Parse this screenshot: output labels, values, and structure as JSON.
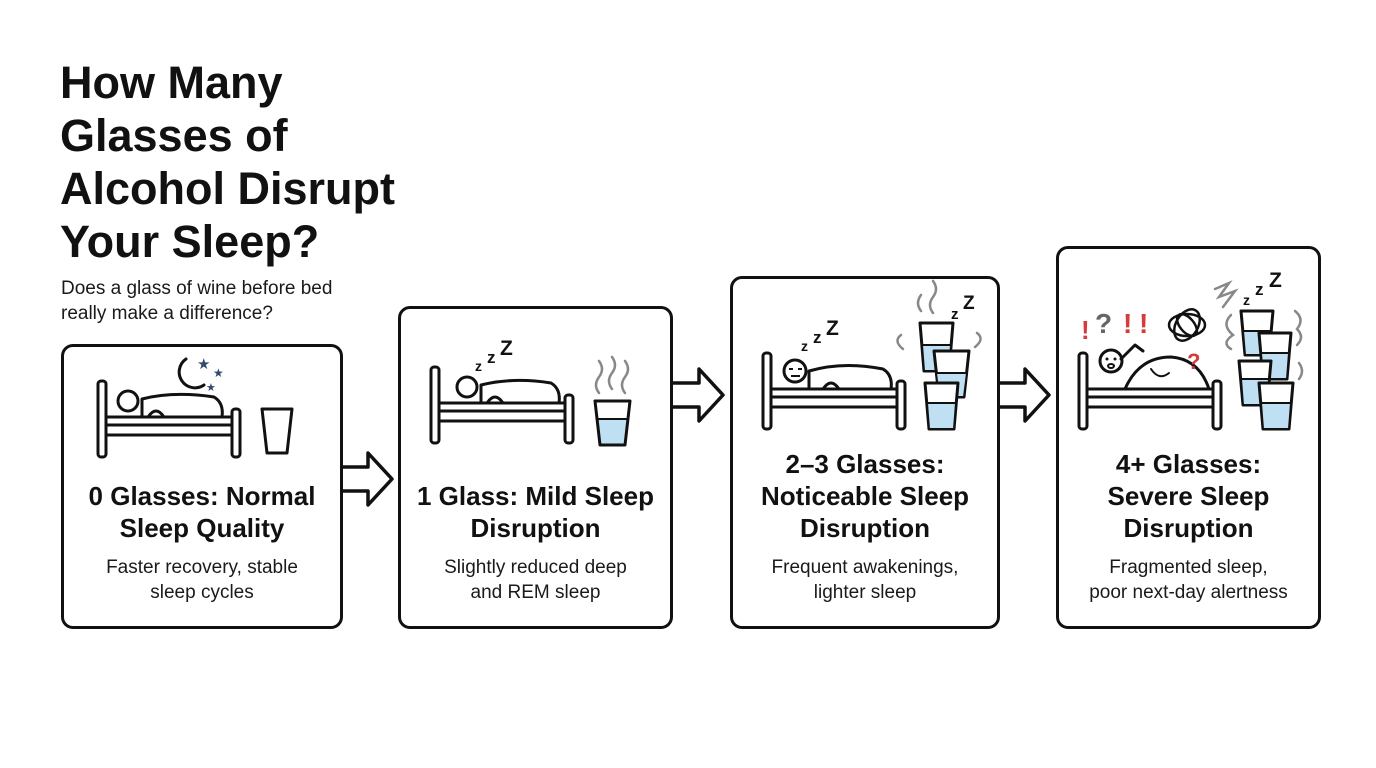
{
  "title_lines": [
    "How Many",
    "Glasses of",
    "Alcohol Disrupt",
    "Your Sleep?"
  ],
  "subtitle_lines": [
    "Does a glass of wine before bed",
    "really make a difference?"
  ],
  "colors": {
    "outline": "#111111",
    "water": "#bfe0f2",
    "accent_blue": "#2f4a6b",
    "alarm_red": "#d63a3a",
    "smoke": "#888888"
  },
  "stages": [
    {
      "heading_lines": [
        "0 Glasses: Normal",
        "Sleep Quality"
      ],
      "desc_lines": [
        "Faster recovery, stable",
        "sleep cycles"
      ],
      "icons": [
        "bed-icon",
        "sleeping-person-icon",
        "moon-icon",
        "star-icon",
        "empty-glass-icon"
      ]
    },
    {
      "heading_lines": [
        "1 Glass: Mild Sleep",
        "Disruption"
      ],
      "desc_lines": [
        "Slightly reduced deep",
        "and REM sleep"
      ],
      "zzz": [
        "z",
        "z",
        "Z"
      ],
      "icons": [
        "bed-icon",
        "sleeping-person-icon",
        "zzz-icon",
        "glass-of-water-icon",
        "steam-icon"
      ]
    },
    {
      "heading_lines": [
        "2–3 Glasses:",
        "Noticeable Sleep",
        "Disruption"
      ],
      "desc_lines": [
        "Frequent awakenings,",
        "lighter sleep"
      ],
      "zzz": [
        "z",
        "z",
        "Z"
      ],
      "zzz_top": [
        "z",
        "Z"
      ],
      "icons": [
        "bed-icon",
        "restless-person-icon",
        "zzz-icon",
        "stacked-glasses-icon",
        "steam-icon"
      ]
    },
    {
      "heading_lines": [
        "4+ Glasses:",
        "Severe Sleep",
        "Disruption"
      ],
      "desc_lines": [
        "Fragmented sleep,",
        "poor next-day alertness"
      ],
      "zzz": [
        "z",
        "z",
        "Z"
      ],
      "marks": [
        "!",
        "?",
        "!",
        "!",
        "?"
      ],
      "icons": [
        "bed-icon",
        "distressed-person-icon",
        "tangle-icon",
        "stacked-glasses-icon",
        "exclamation-icon",
        "question-icon"
      ]
    }
  ]
}
